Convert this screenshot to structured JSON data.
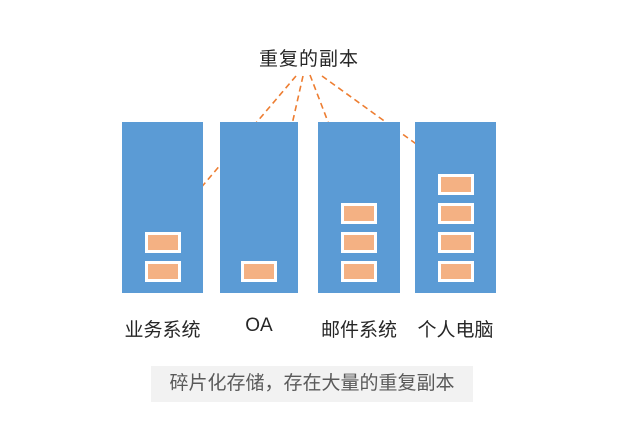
{
  "title": "重复的副本",
  "caption": "碎片化存储，存在大量的重复副本",
  "columns": [
    {
      "label": "业务系统",
      "copies": 2
    },
    {
      "label": "OA",
      "copies": 1
    },
    {
      "label": "邮件系统",
      "copies": 3
    },
    {
      "label": "个人电脑",
      "copies": 4
    }
  ],
  "arrows": {
    "from": "重复的副本",
    "targets": [
      "业务系统",
      "OA",
      "邮件系统",
      "个人电脑"
    ]
  },
  "colors": {
    "column_fill": "#5B9BD5",
    "copy_fill": "#F4B183",
    "copy_border": "#FFFFFF",
    "arrow": "#ED7D31",
    "banner_background": "#F2F2F2",
    "banner_text": "#595959",
    "text": "#262626",
    "background": "#FFFFFF"
  }
}
